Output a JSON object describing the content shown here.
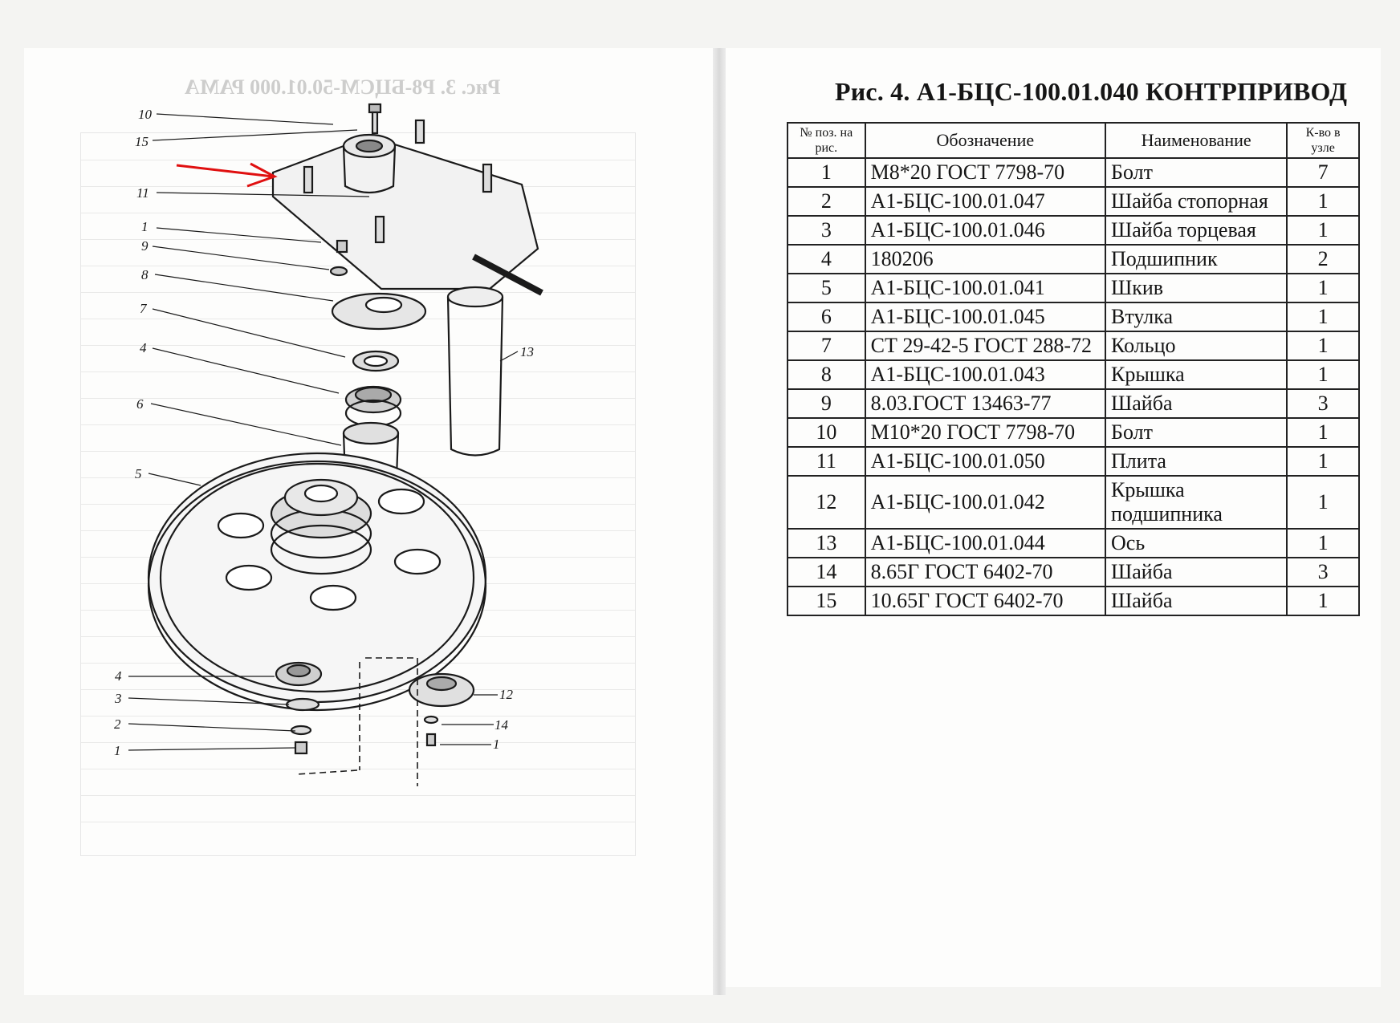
{
  "figure": {
    "title": "Рис. 4. А1-БЦС-100.01.040 КОНТРПРИВОД",
    "bleed_title": "Рис. 3. Р8-БЦСМ-50.01.000 РАМА"
  },
  "table": {
    "headers": {
      "num": "№ поз. на рис.",
      "designation": "Обозначение",
      "name": "Наименование",
      "qty": "К-во в узле"
    },
    "rows": [
      {
        "num": "1",
        "designation": "М8*20 ГОСТ 7798-70",
        "name": "Болт",
        "qty": "7"
      },
      {
        "num": "2",
        "designation": "А1-БЦС-100.01.047",
        "name": "Шайба стопорная",
        "qty": "1"
      },
      {
        "num": "3",
        "designation": "А1-БЦС-100.01.046",
        "name": "Шайба торцевая",
        "qty": "1"
      },
      {
        "num": "4",
        "designation": "180206",
        "name": "Подшипник",
        "qty": "2"
      },
      {
        "num": "5",
        "designation": "А1-БЦС-100.01.041",
        "name": "Шкив",
        "qty": "1"
      },
      {
        "num": "6",
        "designation": "А1-БЦС-100.01.045",
        "name": "Втулка",
        "qty": "1"
      },
      {
        "num": "7",
        "designation": "СТ 29-42-5 ГОСТ 288-72",
        "name": "Кольцо",
        "qty": "1"
      },
      {
        "num": "8",
        "designation": "А1-БЦС-100.01.043",
        "name": "Крышка",
        "qty": "1"
      },
      {
        "num": "9",
        "designation": "8.03.ГОСТ 13463-77",
        "name": "Шайба",
        "qty": "3"
      },
      {
        "num": "10",
        "designation": "М10*20 ГОСТ 7798-70",
        "name": "Болт",
        "qty": "1"
      },
      {
        "num": "11",
        "designation": "А1-БЦС-100.01.050",
        "name": "Плита",
        "qty": "1"
      },
      {
        "num": "12",
        "designation": "А1-БЦС-100.01.042",
        "name": "Крышка подшипника",
        "qty": "1"
      },
      {
        "num": "13",
        "designation": "А1-БЦС-100.01.044",
        "name": "Ось",
        "qty": "1"
      },
      {
        "num": "14",
        "designation": "8.65Г ГОСТ 6402-70",
        "name": "Шайба",
        "qty": "3"
      },
      {
        "num": "15",
        "designation": "10.65Г ГОСТ 6402-70",
        "name": "Шайба",
        "qty": "1"
      }
    ]
  },
  "callouts": [
    "10",
    "15",
    "11",
    "1",
    "9",
    "8",
    "7",
    "4",
    "6",
    "5",
    "13",
    "4",
    "3",
    "2",
    "1",
    "12",
    "14",
    "1"
  ],
  "colors": {
    "ink": "#151515",
    "arrow": "#e01010",
    "faint": "#c8c8c8"
  }
}
